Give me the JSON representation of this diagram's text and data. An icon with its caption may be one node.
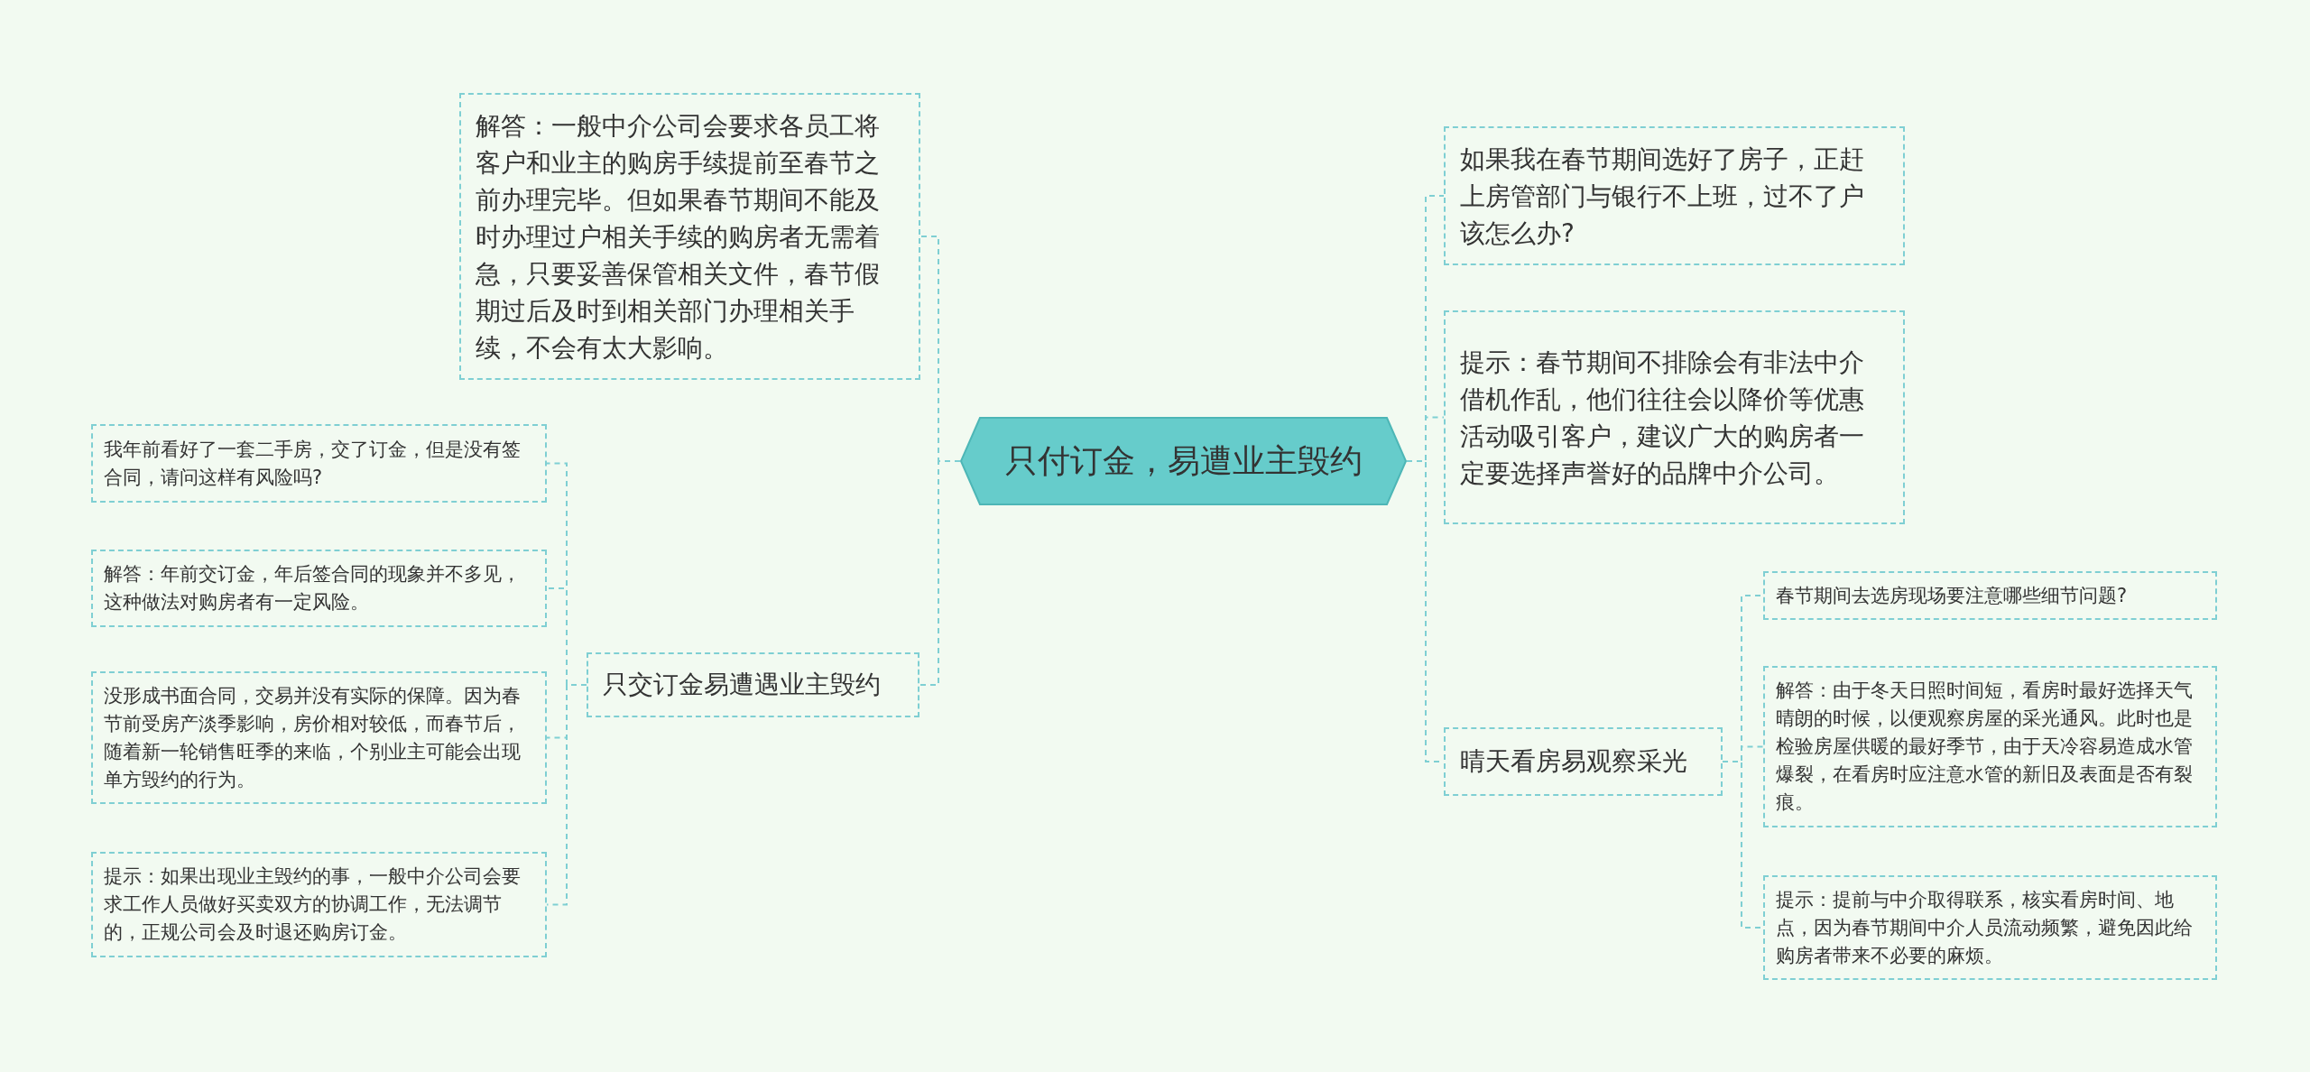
{
  "diagram": {
    "nodes": [
      {
        "text": [
          "只付订金，易遭业主毁约"
        ]
      },
      {
        "text": [
          "解答：一般中介公司会要求各员工将客户和业主的购房手续提前至春节之前办理完毕。但如果春节期间不能及时办理过户相关手续的购房者无需着急，只要妥善保管相关文件，春节假期过后及时到相关部门办理相关手续，不会有太大影响。"
        ]
      },
      {
        "text": [
          "只交订金易遭遇业主毁约"
        ]
      },
      {
        "text": [
          "我年前看好了一套二手房，交了订金，但是没有签合同，请问这样有风险吗?"
        ]
      },
      {
        "text": [
          "解答：年前交订金，年后签合同的现象并不多见，这种做法对购房者有一定风险。"
        ]
      },
      {
        "text": [
          "没形成书面合同，交易并没有实际的保障。因为春节前受房产淡季影响，房价相对较低，而春节后，随着新一轮销售旺季的来临，个别业主可能会出现单方毁约的行为。"
        ]
      },
      {
        "text": [
          "提示：如果出现业主毁约的事，一般中介公司会要求工作人员做好买卖双方的协调工作，无法调节的，正规公司会及时退还购房订金。"
        ]
      },
      {
        "text": [
          "如果我在春节期间选好了房子，正赶上房管部门与银行不上班，过不了户该怎么办?"
        ]
      },
      {
        "text": [
          "提示：春节期间不排除会有非法中介借机作乱，他们往往会以降价等优惠活动吸引客户，建议广大的购房者一定要选择声誉好的品牌中介公司。"
        ]
      },
      {
        "text": [
          "晴天看房易观察采光"
        ]
      },
      {
        "text": [
          "春节期间去选房现场要注意哪些细节问题?"
        ]
      },
      {
        "text": [
          "解答：由于冬天日照时间短，看房时最好选择天气晴朗的时候，以便观察房屋的采光通风。此时也是检验房屋供暖的最好季节，由于天冷容易造成水管爆裂，在看房时应注意水管的新旧及表面是否有裂痕。"
        ]
      },
      {
        "text": [
          "提示：提前与中介取得联系，核实看房时间、地点，因为春节期间中介人员流动频繁，避免因此给购房者带来不必要的麻烦。"
        ]
      }
    ],
    "edges": [
      {
        "from": 0,
        "to": 1,
        "arrow": "none",
        "style": "dashed"
      },
      {
        "from": 0,
        "to": 2,
        "arrow": "none",
        "style": "dashed"
      },
      {
        "from": 2,
        "to": 3,
        "arrow": "none",
        "style": "dashed"
      },
      {
        "from": 2,
        "to": 4,
        "arrow": "none",
        "style": "dashed"
      },
      {
        "from": 2,
        "to": 5,
        "arrow": "none",
        "style": "dashed"
      },
      {
        "from": 2,
        "to": 6,
        "arrow": "none",
        "style": "dashed"
      },
      {
        "from": 0,
        "to": 7,
        "arrow": "none",
        "style": "dashed"
      },
      {
        "from": 0,
        "to": 8,
        "arrow": "none",
        "style": "dashed"
      },
      {
        "from": 0,
        "to": 9,
        "arrow": "none",
        "style": "dashed"
      },
      {
        "from": 9,
        "to": 10,
        "arrow": "none",
        "style": "dashed"
      },
      {
        "from": 9,
        "to": 11,
        "arrow": "none",
        "style": "dashed"
      },
      {
        "from": 9,
        "to": 12,
        "arrow": "none",
        "style": "dashed"
      }
    ]
  }
}
